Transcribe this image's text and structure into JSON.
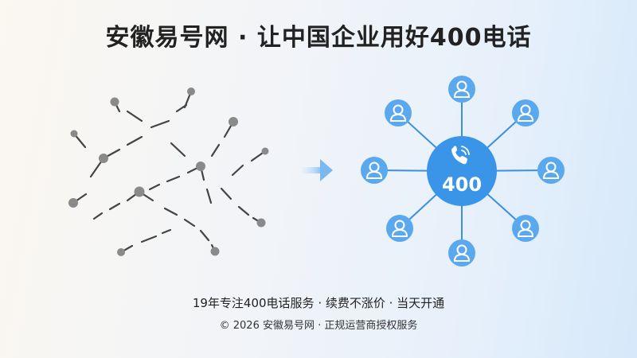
{
  "title": "安徽易号网 · 让中国企业用好400电话",
  "center_label": "400",
  "tagline": "19年专注400电话服务 · 续费不涨价 · 当天开通",
  "footer": "© 2026 安徽易号网 · 正规运营商授权服务",
  "icons": {
    "scattered": "disconnected-nodes",
    "arrow": "arrow-right-icon",
    "hub": "phone-icon",
    "satellite": "user-icon"
  },
  "colors": {
    "hub": "#3a95e8",
    "satellite": "#5aa9ee",
    "line": "#3b8fdc",
    "node": "#8a8a8a"
  }
}
